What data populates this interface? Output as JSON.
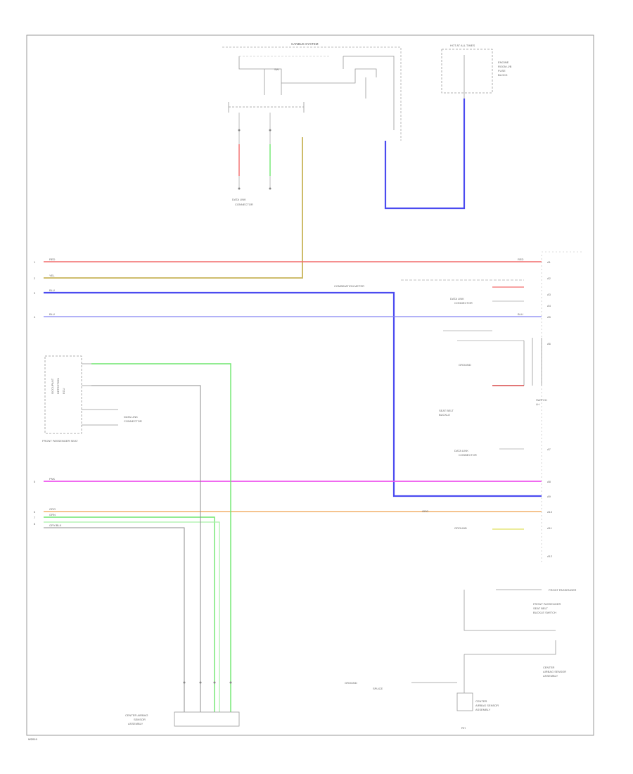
{
  "diagram": {
    "footer_code": "W2019",
    "wire_colors": {
      "red": "#f26b6b",
      "olive": "#c8b45a",
      "blue_bold": "#4b4bf0",
      "blue_thin": "#8585f2",
      "green": "#6ee66e",
      "gray": "#8c8c8c",
      "magenta": "#ee55ee",
      "orange": "#f2b06a",
      "light_green": "#a8f0a8",
      "frame": "#9a9a9a"
    },
    "labels": {
      "top_center_title": "CANBUS SYSTEM",
      "top_right_title": "HOT AT ALL TIMES",
      "top_right_desc": [
        "ENGINE",
        "ROOM J/B",
        "FUSE",
        "BLOCK"
      ],
      "ground_splice_1": [
        "DATA LINK",
        "CONNECTOR"
      ],
      "mid_right_module": "COMBINATION METER",
      "right_module_desc": [
        "SEAT BELT",
        "BUCKLE",
        "SWITCH",
        "LH"
      ],
      "left_module": [
        "OCCUPANT",
        "DETECTION",
        "ECU"
      ],
      "left_module_name": "FRONT PASSENGER SEAT",
      "right_mid_ground": "GROUND",
      "right_lower_ground": "GROUND",
      "right_bottom_desc": [
        "FRONT PASSENGER",
        "SEAT BELT",
        "BUCKLE SWITCH"
      ],
      "right_bottom_sub": [
        "CENTER",
        "AIRBAG SENSOR",
        "ASSEMBLY"
      ],
      "right_bottom_pin": "RH",
      "bottom_center_module": [
        "CENTER AIRBAG",
        "SENSOR",
        "ASSEMBLY"
      ],
      "lower_right_ground_label": "GROUND",
      "lower_right_split": "SPLICE"
    },
    "left_pins": [
      "1",
      "2",
      "3",
      "4",
      "5",
      "6",
      "7",
      "8"
    ],
    "wire_tags": {
      "red_left": "RED",
      "red_right": "RED",
      "olive_left": "YEL",
      "blue_left": "BLU",
      "blue_thin_left": "BLU",
      "blue_thin_right": "BLU",
      "magenta_left": "PNK",
      "orange_left": "ORG",
      "green_left": "GRN",
      "gray_left": "GRY/BLK"
    },
    "right_pins": [
      "A1",
      "A2",
      "A3",
      "A4",
      "A5",
      "A6",
      "A7",
      "A8",
      "A9",
      "A10",
      "A11",
      "A12"
    ]
  }
}
